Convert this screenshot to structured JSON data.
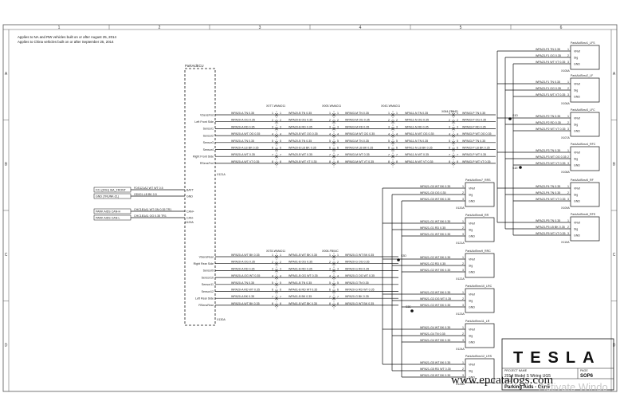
{
  "notes": [
    "Applies to NA and RW vehicles built on or after August 25, 2014",
    "Applies to China vehicles built on or after September 25, 2014"
  ],
  "grid": {
    "columns": [
      "1",
      "2",
      "3",
      "4",
      "5",
      "6"
    ],
    "rows": [
      "A",
      "B",
      "C",
      "D"
    ]
  },
  "controller": {
    "label": "ParkAidECU",
    "connector_front": "X121A",
    "connector_power": "X129A",
    "connector_rear": "X130A",
    "front_pins": [
      "VSensFrnt",
      "Left Front Side",
      "Sensor1",
      "Sensor2",
      "Sensor3",
      "Sensor4",
      "Right Front Side",
      "RSensFrnt"
    ],
    "power_pins": [
      "BATT",
      "GND",
      "CAN+",
      "CAN-"
    ],
    "rear_pins": [
      "VSensRear",
      "Right Rear Side",
      "Sensor9",
      "Sensor10",
      "Sensor11",
      "Sensor12",
      "Left Rear Side",
      "RSensRear"
    ]
  },
  "power_inputs": [
    {
      "source": "F21 (2RH) ISA_FRONT",
      "wire": "FDS121A2 WT WT 0.5"
    },
    {
      "source": "GND (TRUNK-ZL)",
      "wire": "GD001-LB BK 0.5"
    },
    {
      "source": "PARK AIDS CAN-H",
      "wire": "CHC1B1A1 WT GN 0.35 TR1"
    },
    {
      "source": "PARK AIDS CAN-L",
      "wire": "CHC1B1A1 OG 0.35 TR1"
    }
  ],
  "inline_connectors": {
    "front_a": "X077-WMA011",
    "front_b": "X005-WMA011",
    "front_c": "X043-WMA011",
    "front_d": "X064-FB04D",
    "rear_a": "X078-WMA011",
    "rear_b": "X008-FB04C",
    "splice_front_1": "S1D",
    "splice_front_2": "S1E",
    "splice_rear_1": "S3D",
    "splice_rear_2": "S3E"
  },
  "front_wires": {
    "seg1": [
      "WPA20-A TN 0.35",
      "WPA20-A OG 0.35",
      "WPA20-A RD 0.35",
      "WPA20-A WT OG 0.35",
      "WPA20-A TN 0.35",
      "WPA20-A LB BK 0.35",
      "WPA20-A WT 0.35",
      "WPA20-A WT VT 0.35"
    ],
    "seg2": [
      "WPA20-B TN 0.35",
      "WPA20-B OG 0.35",
      "WPA20-B RD 0.35",
      "WPA20-B WT OG 0.35",
      "WPA20-B TN 0.35",
      "WPA20-B LB BK 0.35",
      "WPA20-B WT 0.35",
      "WPA20-B WT VT 0.35"
    ],
    "seg3": [
      "WPA03-M TN 0.35",
      "WPA03-M OG 0.35",
      "WPA03-M RD 0.35",
      "WPA03-M WT OG 0.35",
      "WPA03-M TN 0.35",
      "WPA03-M LB BK 0.35",
      "WPA03-M WT 0.35",
      "WPA03-M WT VT 0.35"
    ],
    "seg4": [
      "WPA11-N TN 0.35",
      "WPA11-N OG 0.35",
      "WPA11-N RD 0.35",
      "WPA11-N WT OG 0.35",
      "WPA11-N TN 0.35",
      "WPA11-N LB BK 0.35",
      "WPA11-N WT 0.35",
      "WPA11-N WT VT 0.35"
    ],
    "seg5": [
      "WPA03-P TN 0.35",
      "WPA03-P OG 0.35",
      "WPA03-P RD 0.35",
      "WPA03-P WT OG 0.35",
      "WPA03-P TN 0.35",
      "WPA03-P LB BK 0.35",
      "WPA03-P WT 0.35",
      "WPA03-P WT VT 0.35"
    ]
  },
  "rear_wires": {
    "seg1": [
      "WPA20-A WT BK 0.35",
      "WPA20-A OG 0.35",
      "WPA20-A RD 0.35",
      "WPA20-A OG WT 0.35",
      "WPA20-A TN 0.35",
      "WPA20-A RD WT 0.35",
      "WPA20-A BK 0.35",
      "WPA20-A WT BK 0.35"
    ],
    "seg2": [
      "WPA01-B WT BK 0.35",
      "WPA01-B OG 0.35",
      "WPA01-B RD 0.35",
      "WPA01-B OG WT 0.35",
      "WPA01-B TN 0.35",
      "WPA01-B RD WT 0.35",
      "WPA01-B BK 0.35",
      "WPA01-B WT BK 0.35"
    ],
    "seg3": [
      "WPA20-G WT BK 0.35",
      "WPA20-G OG 0.35",
      "WPA20-G RD 0.35",
      "WPA20-G OG WT 0.35",
      "WPA20-G TN 0.35",
      "WPA20-G RD WT 0.35",
      "WPA20-G BK 0.35",
      "WPA20-G WT BK 0.35"
    ]
  },
  "front_sensors": [
    {
      "name": "ParkAidSnsr1_LFS",
      "conn": "X105A",
      "w1": "WPA23-F3 TN 0.35",
      "w2": "WPA23-F1 OG 0.35",
      "w3": "WPA23-F4 WT VT 0.35"
    },
    {
      "name": "ParkAidSnsr2_LF",
      "conn": "X106A",
      "w1": "WPA23-F1 TN 0.35",
      "w2": "WPA23-F1 OG 0.35",
      "w3": "WPA23-F1 WT VT 0.35"
    },
    {
      "name": "ParkAidSnsr3_LFC",
      "conn": "X107A",
      "w1": "WPA23-P2 TN 0.35",
      "w2": "WPA23-P2 RD 0.35",
      "w3": "WPA23-P2 WT VT 0.35"
    },
    {
      "name": "ParkAidSnsr4_RFC",
      "conn": "X108A",
      "w1": "WPA23-P3 TN 0.35",
      "w2": "WPA23-P3 WT OG 0.35",
      "w3": "WPA23-P3 WT VT 0.35"
    },
    {
      "name": "ParkAidSnsr5_RF",
      "conn": "X109A",
      "w1": "WPA23-P4 TN 0.35",
      "w2": "WPA23-P4 TN 0.35",
      "w3": "WPA23-P4 WT VT 0.35"
    },
    {
      "name": "ParkAidSnsr6_RFS",
      "conn": "X110A",
      "w1": "WPA23-P5 TN 0.35",
      "w2": "WPA23-P5 LB BK 0.35",
      "w3": "WPA23-P5 WT VT 0.35"
    }
  ],
  "rear_sensors": [
    {
      "name": "ParkAidSnsr7_RRS",
      "conn": "X120A",
      "w1": "WPA21-G0 WT BK 0.35",
      "w2": "WPA21-G0 OG 0.35",
      "w3": "WPA21-G0 WT BK 0.35"
    },
    {
      "name": "ParkAidSnsr8_RR",
      "conn": "X121A",
      "w1": "WPA21-G1 WT BK 0.35",
      "w2": "WPA21-G1 RD 0.35",
      "w3": "WPA21-G1 WT BK 0.35"
    },
    {
      "name": "ParkAidSnsr9_RRC",
      "conn": "X122A",
      "w1": "WPA21-G2 WT BK 0.35",
      "w2": "WPA21-G2 RD 0.35",
      "w3": "WPA21-G2 WT BK 0.35"
    },
    {
      "name": "ParkAidSnsr10_LRC",
      "conn": "X123A",
      "w1": "WPA21-G3 WT BK 0.35",
      "w2": "WPA21-G3 OG WT 0.35",
      "w3": "WPA21-G3 WT BK 0.35"
    },
    {
      "name": "ParkAidSnsr11_LR",
      "conn": "X124A",
      "w1": "WPA21-G4 WT BK 0.35",
      "w2": "WPA21-G4 TN 0.35",
      "w3": "WPA21-G4 WT BK 0.35"
    },
    {
      "name": "ParkAidSnsr12_LRS",
      "conn": "X125A",
      "w1": "WPA21-G5 WT BK 0.35",
      "w2": "WPA21-G5 RD WT 0.35",
      "w3": "WPA21-G5 WT BK 0.35"
    }
  ],
  "sensor_pins": [
    "VRef",
    "Sig",
    "GND"
  ],
  "title_block": {
    "logo": "TESLA",
    "project_label": "PROJECT NAME",
    "project": "2014 Model S Wiring UG5",
    "sheet_label": "PAGE",
    "sheet": "SOP6",
    "title_label": "TITLE",
    "title": "Parking Aids - Gen5"
  },
  "watermarks": {
    "site": "www.epcatalogs.com",
    "activate": "Activate Windo"
  }
}
